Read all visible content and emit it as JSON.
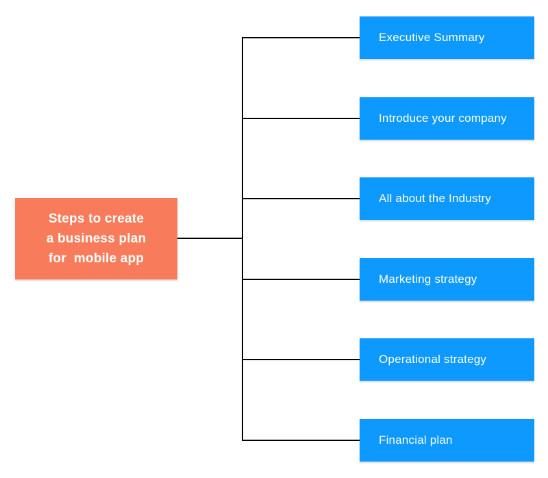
{
  "diagram": {
    "root": {
      "label": "Steps to create a business plan for  mobile app",
      "label_lines": [
        "Steps to create",
        "a business plan",
        "for  mobile app"
      ]
    },
    "branches": [
      {
        "label": "Executive Summary"
      },
      {
        "label": "Introduce your company"
      },
      {
        "label": "All about the Industry"
      },
      {
        "label": "Marketing strategy"
      },
      {
        "label": "Operational strategy"
      },
      {
        "label": "Financial plan"
      }
    ],
    "colors": {
      "root_fill": "#F87C5B",
      "branch_fill": "#0D99FF",
      "text": "#FFFFFF",
      "connector": "#000000",
      "background": "#FFFFFF"
    }
  }
}
